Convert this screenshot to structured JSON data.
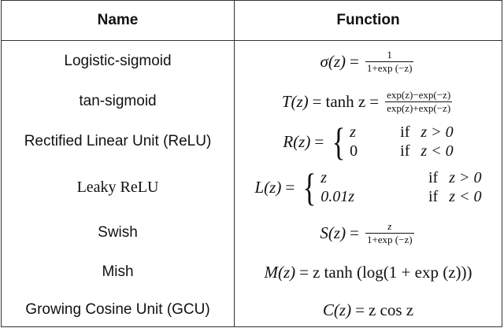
{
  "table": {
    "headers": {
      "name": "Name",
      "function": "Function"
    },
    "rows": [
      {
        "name": "Logistic-sigmoid",
        "lhs": "σ(z)",
        "num": "1",
        "den": "1+exp (−z)"
      },
      {
        "name": "tan-sigmoid",
        "lhs": "T(z)",
        "mid": "tanh z",
        "num": "exp(z)−exp(−z)",
        "den": "exp(z)+exp(−z)"
      },
      {
        "name": "Rectified Linear Unit (ReLU)",
        "lhs": "R(z)",
        "cases": [
          {
            "val": "z",
            "if": "if",
            "cond": "z > 0"
          },
          {
            "val": "0",
            "if": "if",
            "cond": "z < 0"
          }
        ]
      },
      {
        "name": "Leaky ReLU",
        "lhs": "L(z)",
        "cases": [
          {
            "val": "z",
            "if": "if",
            "cond": "z > 0"
          },
          {
            "val": "0.01z",
            "if": "if",
            "cond": "z < 0"
          }
        ]
      },
      {
        "name": "Swish",
        "lhs": "S(z)",
        "num": "z",
        "den": "1+exp (−z)"
      },
      {
        "name": "Mish",
        "lhs": "M(z)",
        "rhs": "z tanh (log(1 + exp (z)))"
      },
      {
        "name": "Growing Cosine Unit (GCU)",
        "lhs": "C(z)",
        "rhs": "z cos z"
      }
    ]
  }
}
